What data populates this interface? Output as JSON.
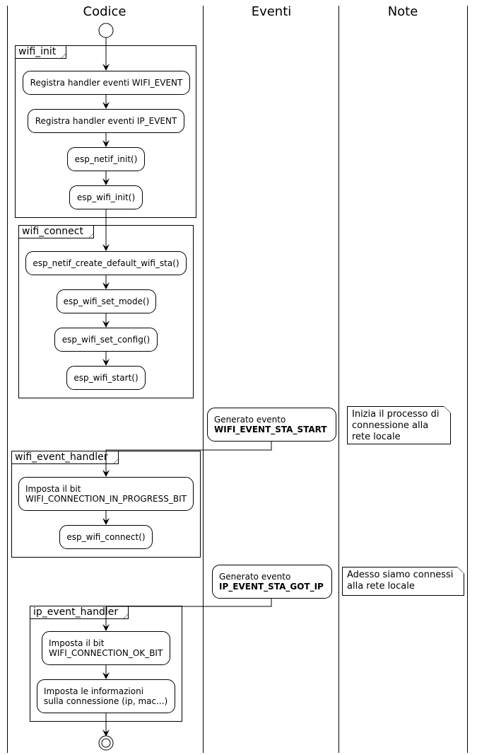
{
  "lanes": {
    "codice": "Codice",
    "eventi": "Eventi",
    "note": "Note"
  },
  "frames": {
    "wifi_init": "wifi_init",
    "wifi_connect": "wifi_connect",
    "wifi_event_handler": "wifi_event_handler",
    "ip_event_handler": "ip_event_handler"
  },
  "activities": {
    "reg_wifi": "Registra handler eventi WIFI_EVENT",
    "reg_ip": "Registra handler eventi IP_EVENT",
    "netif_init": "esp_netif_init()",
    "wifi_init": "esp_wifi_init()",
    "create_sta": "esp_netif_create_default_wifi_sta()",
    "set_mode": "esp_wifi_set_mode()",
    "set_config": "esp_wifi_set_config()",
    "wifi_start": "esp_wifi_start()",
    "imposta_bit_1": "Imposta il bit",
    "bit_progress": "WIFI_CONNECTION_IN_PROGRESS_BIT",
    "wifi_connect": "esp_wifi_connect()",
    "imposta_bit_2": "Imposta il bit",
    "bit_ok": "WIFI_CONNECTION_OK_BIT",
    "info_1": "Imposta le informazioni",
    "info_2": "sulla connessione (ip, mac...)"
  },
  "events": {
    "gen_1": "Generato evento",
    "sta_start": "WIFI_EVENT_STA_START",
    "gen_2": "Generato evento",
    "got_ip": "IP_EVENT_STA_GOT_IP"
  },
  "notes": {
    "start_1": "Inizia il processo di",
    "start_2": "connessione alla",
    "start_3": "rete locale",
    "ip_1": "Adesso siamo connessi",
    "ip_2": "alla rete locale"
  }
}
